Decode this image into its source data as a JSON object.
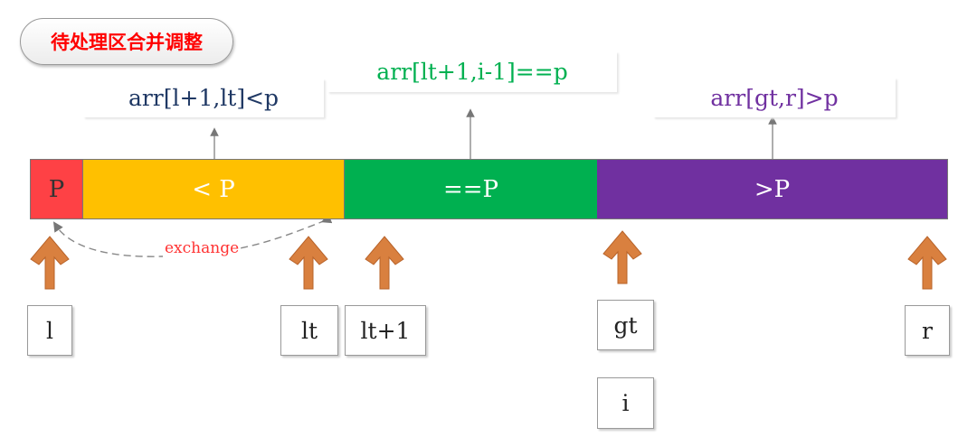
{
  "title": "待处理区合并调整",
  "conditions": {
    "less": "arr[l+1,lt]<p",
    "equal": "arr[lt+1,i-1]==p",
    "greater": "arr[gt,r]>p"
  },
  "segments": {
    "pivot": "P",
    "less": "< P",
    "equal": "==P",
    "greater": ">P"
  },
  "exchange": "exchange",
  "pointers": {
    "l": "l",
    "lt": "lt",
    "lt1": "lt+1",
    "gt": "gt",
    "i": "i",
    "r": "r"
  },
  "colors": {
    "pivot": "#fe4145",
    "less": "#ffc000",
    "equal": "#00b050",
    "greater": "#7030a0",
    "arrow": "#d9803f"
  }
}
